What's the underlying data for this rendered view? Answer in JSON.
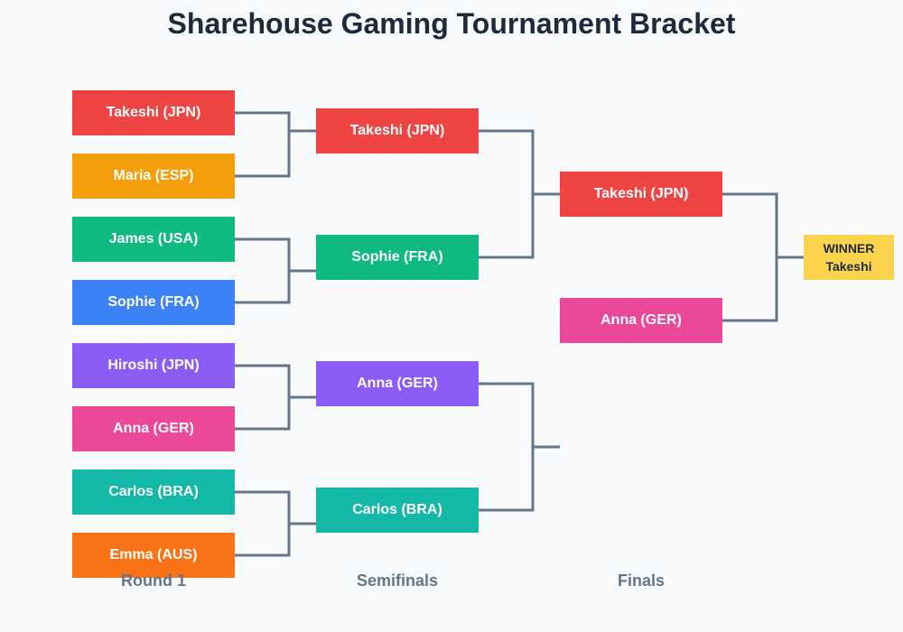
{
  "title": "Sharehouse Gaming Tournament Bracket",
  "round_labels": [
    "Round 1",
    "Semifinals",
    "Finals"
  ],
  "round1": [
    {
      "name": "Takeshi (JPN)",
      "color": "#ef4444"
    },
    {
      "name": "Maria (ESP)",
      "color": "#f59e0b"
    },
    {
      "name": "James (USA)",
      "color": "#10b981"
    },
    {
      "name": "Sophie (FRA)",
      "color": "#3b82f6"
    },
    {
      "name": "Hiroshi (JPN)",
      "color": "#8b5cf6"
    },
    {
      "name": "Anna (GER)",
      "color": "#ec4899"
    },
    {
      "name": "Carlos (BRA)",
      "color": "#14b8a6"
    },
    {
      "name": "Emma (AUS)",
      "color": "#f97316"
    }
  ],
  "semifinals": [
    {
      "name": "Takeshi (JPN)",
      "color": "#ef4444"
    },
    {
      "name": "Sophie (FRA)",
      "color": "#10b981"
    },
    {
      "name": "Anna (GER)",
      "color": "#8b5cf6"
    },
    {
      "name": "Carlos (BRA)",
      "color": "#14b8a6"
    }
  ],
  "finals": [
    {
      "name": "Takeshi (JPN)",
      "color": "#ef4444"
    },
    {
      "name": "Anna (GER)",
      "color": "#ec4899"
    }
  ],
  "winner": {
    "heading": "WINNER",
    "name": "Takeshi",
    "color": "#fcd34d"
  },
  "connector_color": "#64748b"
}
